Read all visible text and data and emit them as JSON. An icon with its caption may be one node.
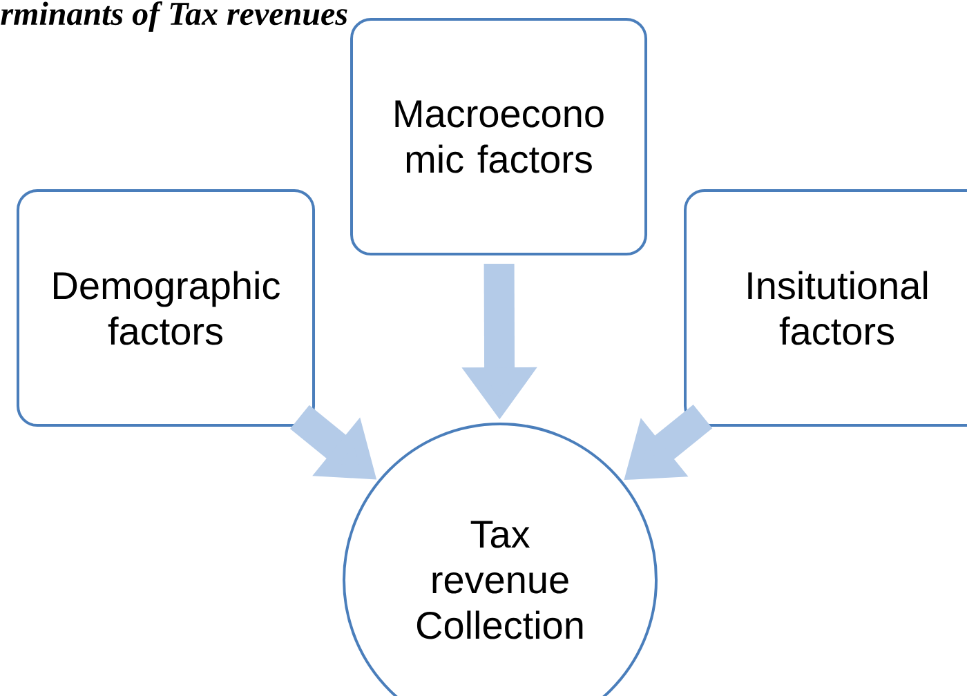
{
  "diagram": {
    "title": "rminants of Tax revenues",
    "nodes": [
      {
        "text": [
          "Macroecono mic factors"
        ]
      },
      {
        "text": [
          "Demographic factors"
        ]
      },
      {
        "text": [
          "Insitutional factors"
        ]
      },
      {
        "text": [
          "Tax revenue Collection"
        ]
      }
    ],
    "edges": [
      {
        "from": 0,
        "to": 3,
        "arrow": "to"
      },
      {
        "from": 1,
        "to": 3,
        "arrow": "to"
      },
      {
        "from": 2,
        "to": 3,
        "arrow": "to"
      }
    ]
  }
}
